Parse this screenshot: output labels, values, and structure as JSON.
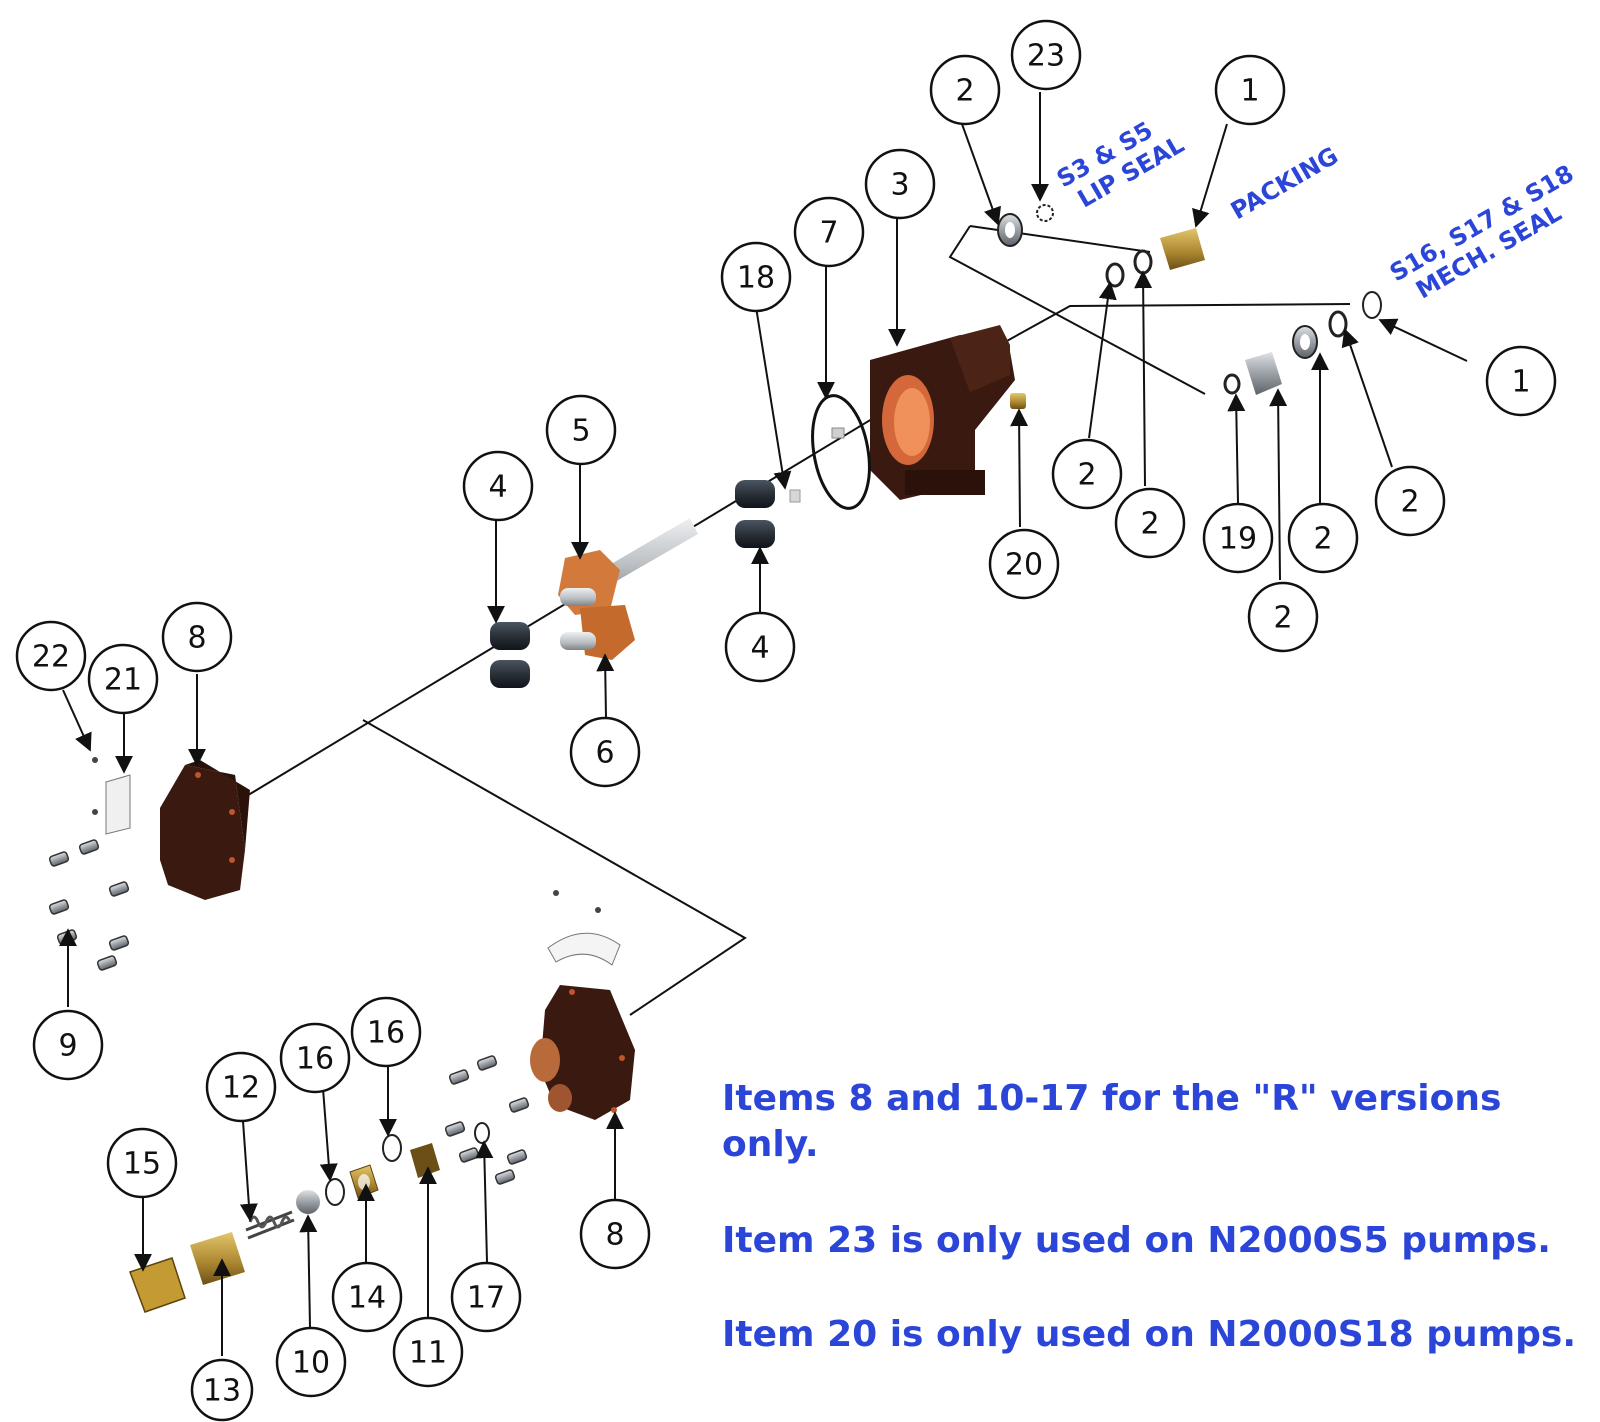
{
  "colors": {
    "label_blue": "#2b45d8",
    "body_dark": "#3a1a10",
    "body_orange": "#d4683a",
    "brass": "#b8953c",
    "steel": "#8e969c",
    "shaft": "#c9cdd1"
  },
  "labels": {
    "lip_seal_line1": "S3 & S5",
    "lip_seal_line2": "LIP SEAL",
    "packing": "PACKING",
    "mech_seal_line1": "S16, S17 & S18",
    "mech_seal_line2": "MECH. SEAL"
  },
  "notes": [
    "Items 8 and 10-17 for the \"R\" versions only.",
    "Item 23 is only used on N2000S5 pumps.",
    "Item 20 is only used on N2000S18 pumps."
  ],
  "callouts": [
    "2",
    "23",
    "1",
    "3",
    "7",
    "18",
    "1",
    "5",
    "4",
    "2",
    "2",
    "19",
    "2",
    "2",
    "20",
    "4",
    "2",
    "8",
    "22",
    "21",
    "6",
    "9",
    "16",
    "16",
    "12",
    "15",
    "14",
    "17",
    "8",
    "10",
    "11",
    "13"
  ]
}
